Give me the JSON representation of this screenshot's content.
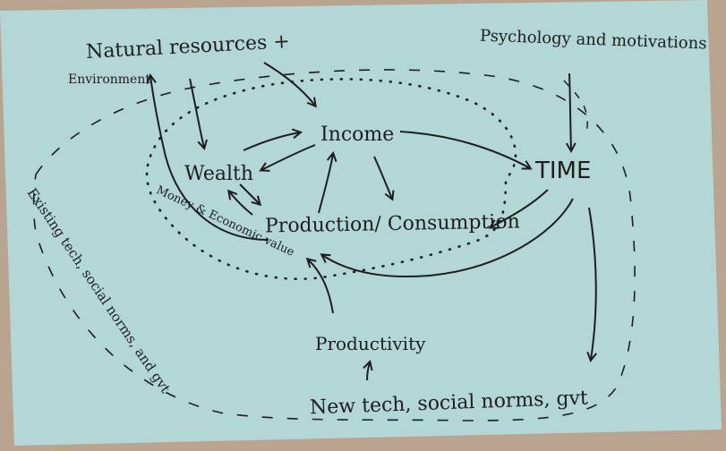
{
  "diagram": {
    "nodes": {
      "natural_resources": "Natural resources +",
      "environment": "Environment",
      "psychology": "Psychology and motivations",
      "income": "Income",
      "wealth": "Wealth",
      "time": "TIME",
      "production": "Production/ Consumption",
      "productivity": "Productivity",
      "new_tech": "New tech, social norms, gvt",
      "existing_tech": "Existing tech, social norms, and gvt",
      "money_value": "Money & Economic value"
    },
    "colors": {
      "card": "#b3d6d6",
      "ink": "#1e1d1f",
      "background": "#b9a48f"
    }
  }
}
